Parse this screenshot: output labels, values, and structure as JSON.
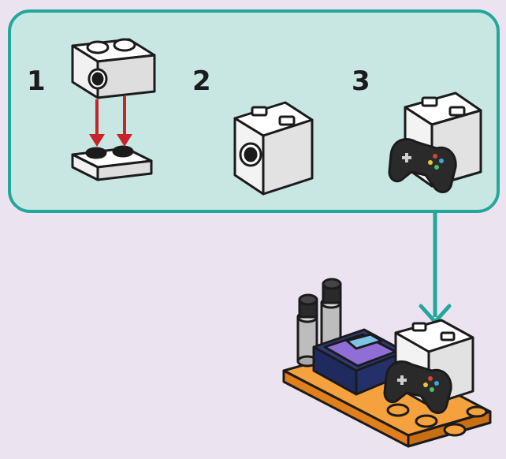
{
  "colors": {
    "page_background": "#ebe4f0",
    "callout_fill": "#c9e7e2",
    "callout_border": "#23a79c",
    "connector_arrow": "#23a79c",
    "placement_arrow": "#c8232c",
    "brick_white": "#f7f7f7",
    "outline": "#1b1b1b",
    "plate_orange": "#f08a24",
    "box_navy": "#2c3a78"
  },
  "steps": [
    {
      "number": "1",
      "icon": "brick-with-stud-onto-plate"
    },
    {
      "number": "2",
      "icon": "assembled-white-brick"
    },
    {
      "number": "3",
      "icon": "brick-with-game-controller"
    }
  ],
  "final_model": {
    "icon": "gaming-desk-scene"
  }
}
